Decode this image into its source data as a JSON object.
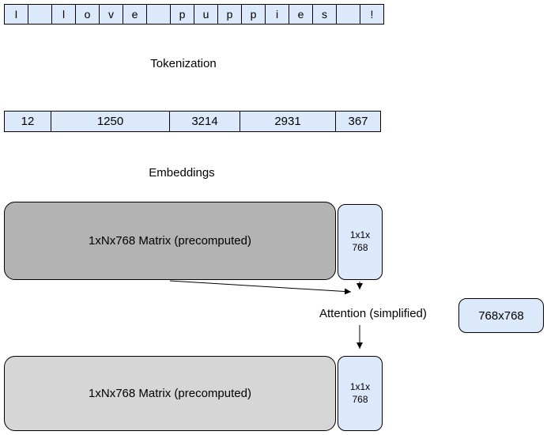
{
  "colors": {
    "cell-blue": "#dbe9fb",
    "cell-border": "#000000",
    "matrix-dark": "#b3b3b3",
    "matrix-light": "#d6d6d6",
    "text": "#000000",
    "bg": "#ffffff"
  },
  "char_row": {
    "cells": [
      "I",
      "",
      "l",
      "o",
      "v",
      "e",
      "",
      "p",
      "u",
      "p",
      "p",
      "i",
      "e",
      "s",
      "",
      "!"
    ]
  },
  "token_row": {
    "cells": [
      "12",
      "1250",
      "3214",
      "2931",
      "367"
    ]
  },
  "labels": {
    "tokenization": "Tokenization",
    "embeddings": "Embeddings",
    "attention": "Attention (simplified)"
  },
  "matrices": {
    "top": "1xNx768 Matrix (precomputed)",
    "bottom": "1xNx768 Matrix (precomputed)",
    "attention": "768x768"
  },
  "vectors": {
    "top_line1": "1x1x",
    "top_line2": "768",
    "bottom_line1": "1x1x",
    "bottom_line2": "768"
  }
}
